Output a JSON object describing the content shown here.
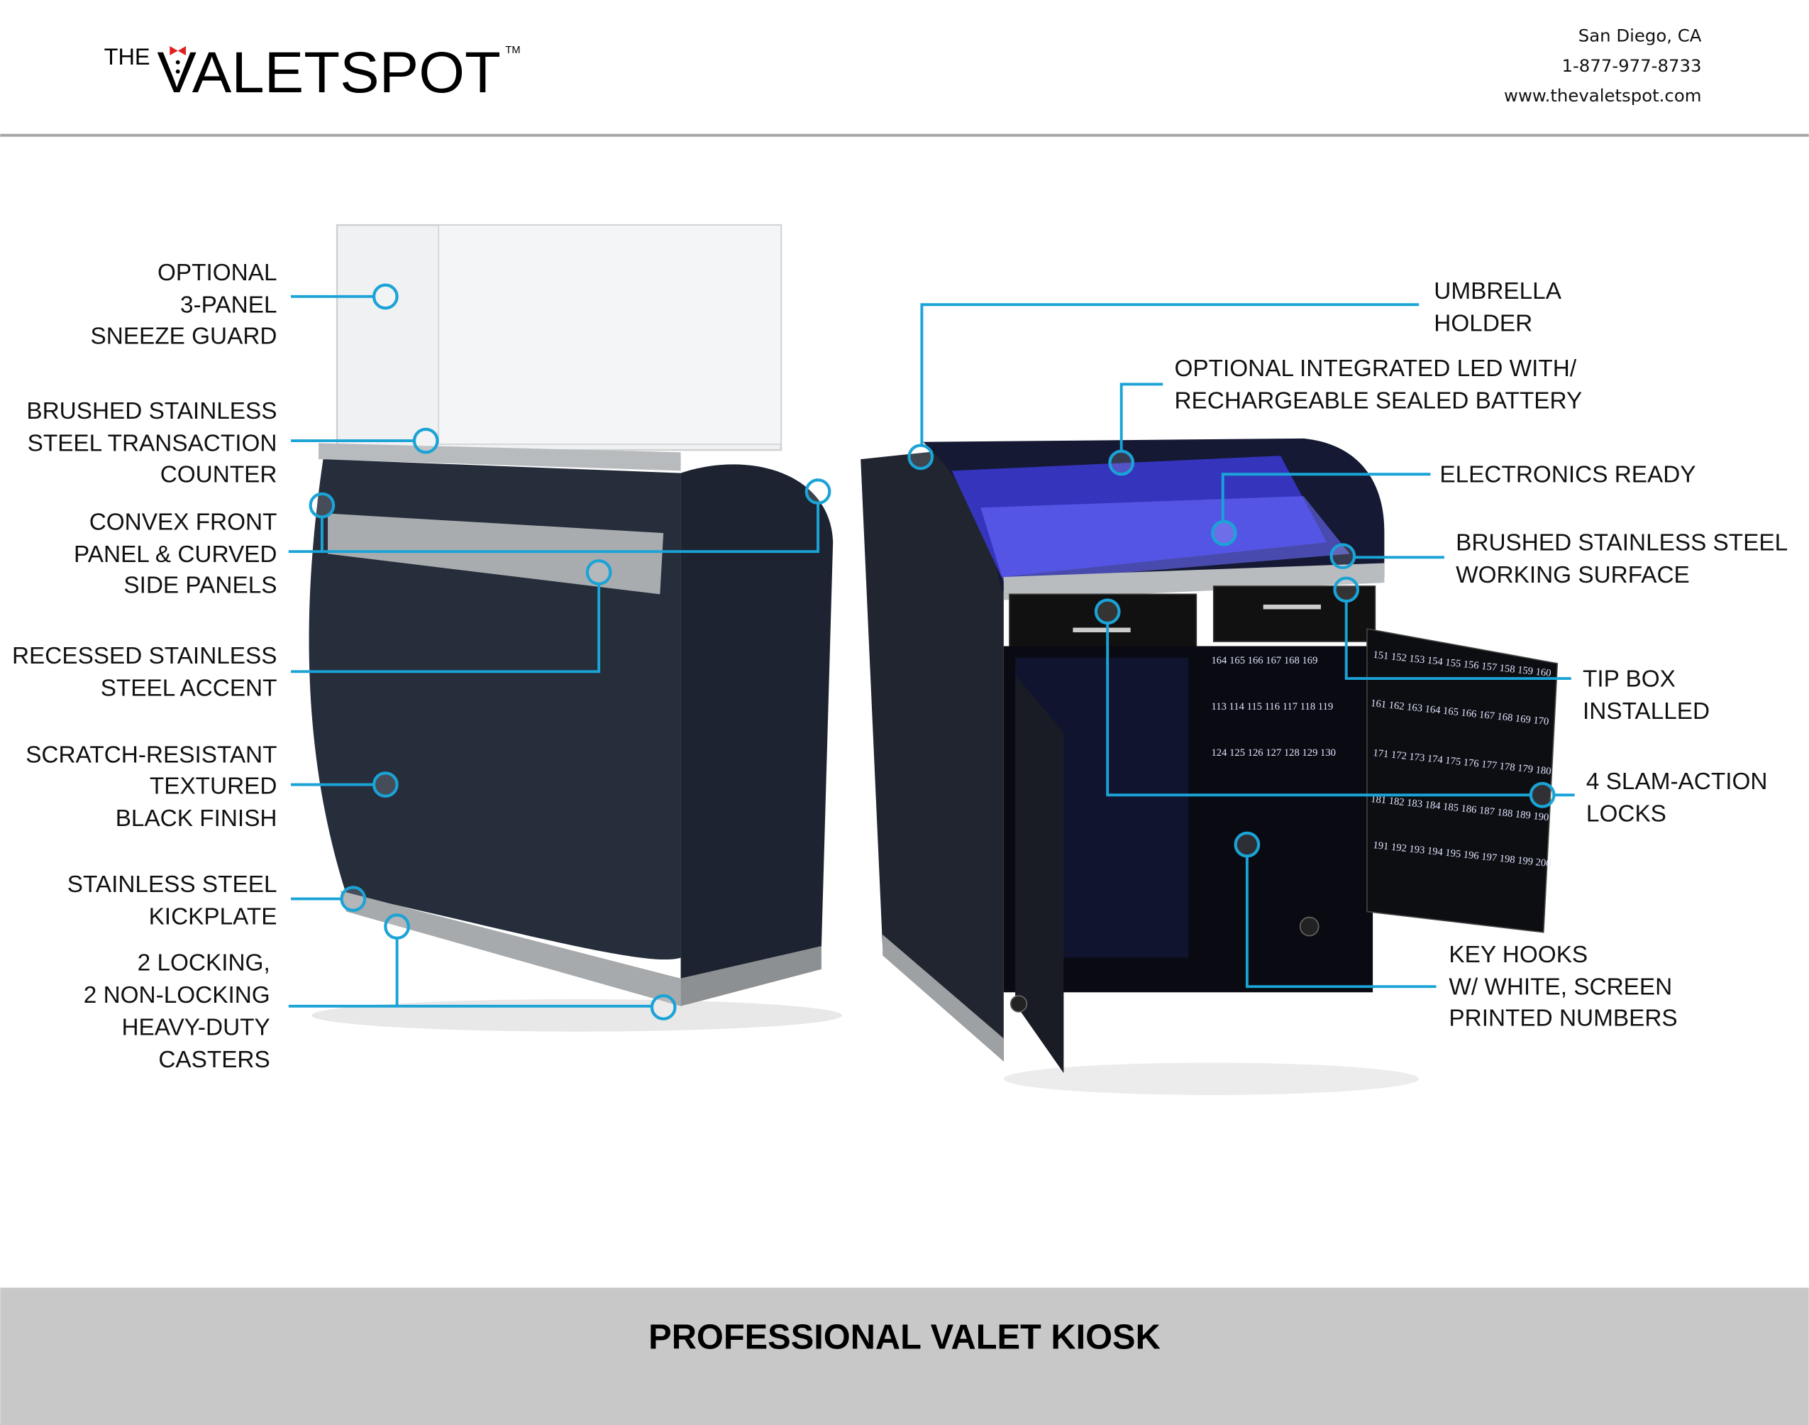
{
  "header": {
    "logo": {
      "prefix": "THE",
      "name": "VALETSPOT",
      "trademark": "TM"
    },
    "contact": {
      "city": "San Diego, CA",
      "phone": "1-877-977-8733",
      "website": "www.thevaletspot.com"
    }
  },
  "left_callouts": [
    {
      "lines": [
        "OPTIONAL",
        "3-PANEL",
        "SNEEZE GUARD"
      ]
    },
    {
      "lines": [
        "BRUSHED STAINLESS",
        "STEEL TRANSACTION",
        "COUNTER"
      ]
    },
    {
      "lines": [
        "CONVEX FRONT",
        "PANEL & CURVED",
        "SIDE PANELS"
      ]
    },
    {
      "lines": [
        "RECESSED STAINLESS",
        "STEEL ACCENT"
      ]
    },
    {
      "lines": [
        "SCRATCH-RESISTANT",
        "TEXTURED",
        "BLACK FINISH"
      ]
    },
    {
      "lines": [
        "STAINLESS STEEL",
        "KICKPLATE"
      ]
    },
    {
      "lines": [
        "2 LOCKING,",
        "2 NON-LOCKING",
        "HEAVY-DUTY",
        "CASTERS"
      ]
    }
  ],
  "right_callouts": [
    {
      "lines": [
        "UMBRELLA",
        "HOLDER"
      ]
    },
    {
      "lines": [
        "OPTIONAL INTEGRATED LED WITH/",
        "RECHARGEABLE SEALED BATTERY"
      ]
    },
    {
      "lines": [
        "ELECTRONICS READY"
      ]
    },
    {
      "lines": [
        "BRUSHED STAINLESS STEEL",
        "WORKING SURFACE"
      ]
    },
    {
      "lines": [
        "TIP BOX",
        "INSTALLED"
      ]
    },
    {
      "lines": [
        "4 SLAM-ACTION",
        "LOCKS"
      ]
    },
    {
      "lines": [
        "KEY HOOKS",
        "W/ WHITE, SCREEN",
        "PRINTED NUMBERS"
      ]
    }
  ],
  "footer": {
    "title": "PROFESSIONAL VALET KIOSK"
  },
  "colors": {
    "callout": "#1aa3d6",
    "footer_bg": "#c8c8c8",
    "kiosk_body": "#252c3a",
    "led": "#4a4cff",
    "bowtie": "#e02020"
  }
}
